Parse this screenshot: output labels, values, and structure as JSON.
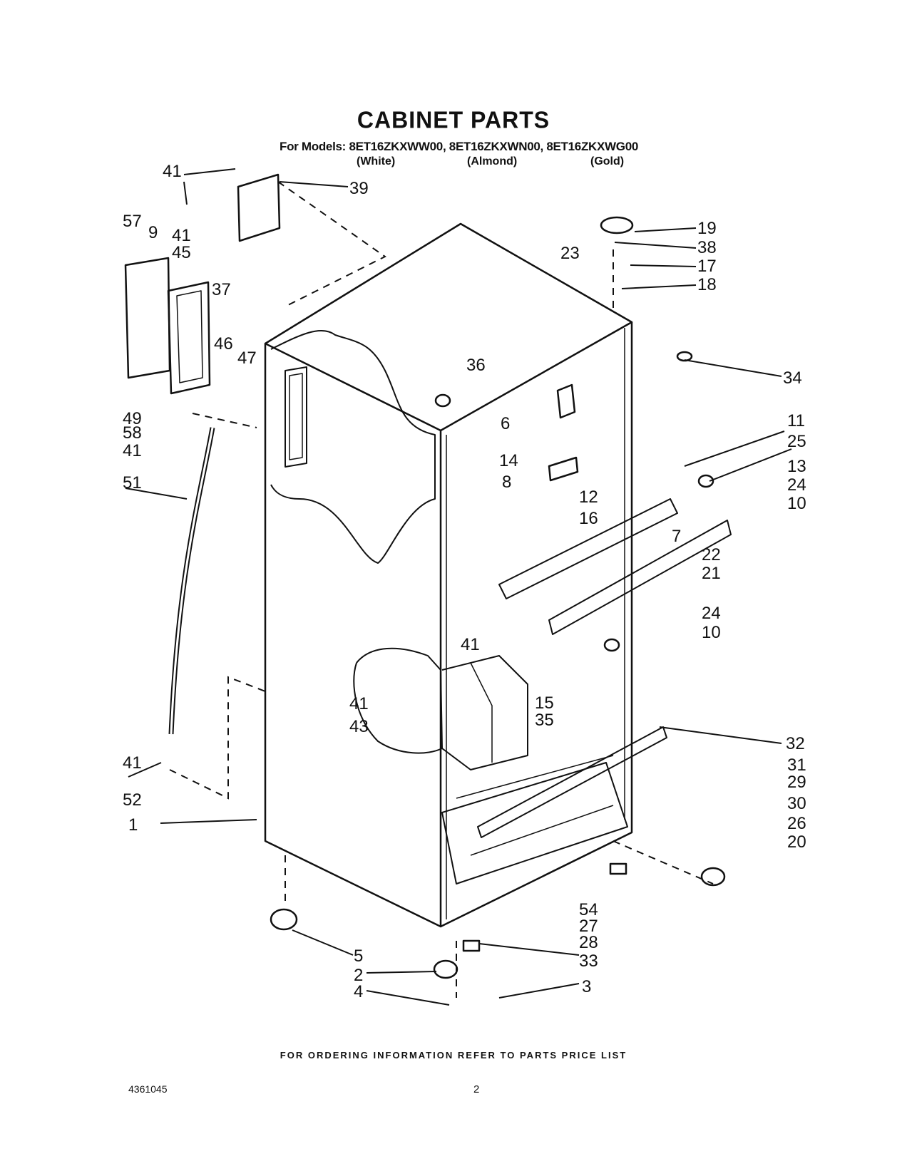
{
  "header": {
    "title": "CABINET PARTS",
    "models_line": "For Models: 8ET16ZKXWW00, 8ET16ZKXWN00, 8ET16ZKXWG00",
    "color_white": "(White)",
    "color_almond": "(Almond)",
    "color_gold": "(Gold)"
  },
  "footer": {
    "ordering_note": "FOR ORDERING INFORMATION REFER TO PARTS PRICE LIST",
    "doc_number": "4361045",
    "page_number": "2"
  },
  "part_labels": [
    "41",
    "39",
    "57",
    "9",
    "41",
    "45",
    "37",
    "46",
    "47",
    "49",
    "58",
    "41",
    "51",
    "41",
    "52",
    "1",
    "19",
    "38",
    "23",
    "17",
    "18",
    "34",
    "36",
    "6",
    "14",
    "8",
    "12",
    "16",
    "7",
    "11",
    "25",
    "13",
    "24",
    "10",
    "22",
    "21",
    "24",
    "10",
    "41",
    "15",
    "35",
    "41",
    "43",
    "32",
    "31",
    "29",
    "30",
    "26",
    "20",
    "54",
    "27",
    "28",
    "5",
    "33",
    "2",
    "3",
    "4"
  ]
}
